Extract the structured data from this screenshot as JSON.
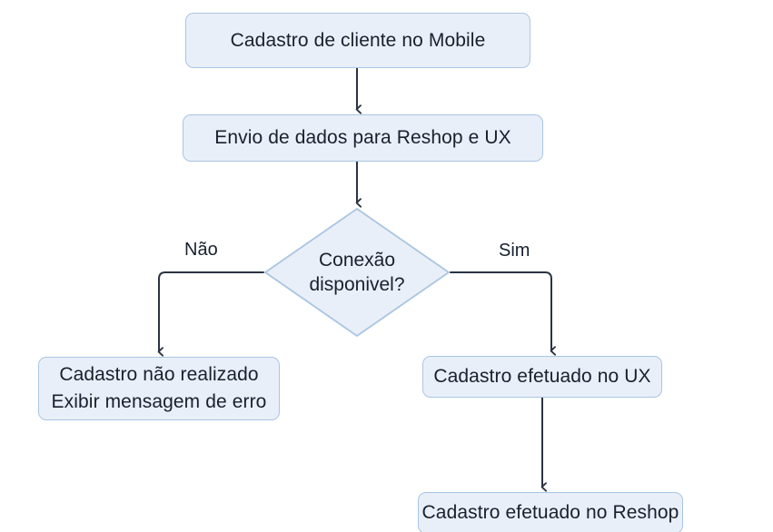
{
  "diagram": {
    "type": "flowchart",
    "title": "Cadastro de cliente no Mobile",
    "colors": {
      "node_fill": "#e9eff8",
      "node_border": "#a9c5e2",
      "connector": "#2a3442",
      "text": "#17212e",
      "background": "#ffffff"
    },
    "nodes": [
      {
        "id": "start",
        "shape": "rounded-rect",
        "label": "Cadastro de cliente no Mobile"
      },
      {
        "id": "send",
        "shape": "rounded-rect",
        "label": "Envio de dados para Reshop e UX"
      },
      {
        "id": "decision",
        "shape": "diamond",
        "label_line1": "Conexão",
        "label_line2": "disponivel?"
      },
      {
        "id": "fail",
        "shape": "rounded-rect",
        "label_line1": "Cadastro não realizado",
        "label_line2": "Exibir mensagem de erro"
      },
      {
        "id": "ux",
        "shape": "rounded-rect",
        "label": "Cadastro efetuado no UX"
      },
      {
        "id": "reshop",
        "shape": "rounded-rect",
        "label": "Cadastro efetuado no Reshop"
      }
    ],
    "edges": [
      {
        "from": "start",
        "to": "send",
        "label": ""
      },
      {
        "from": "send",
        "to": "decision",
        "label": ""
      },
      {
        "from": "decision",
        "to": "fail",
        "label": "Não"
      },
      {
        "from": "decision",
        "to": "ux",
        "label": "Sim"
      },
      {
        "from": "ux",
        "to": "reshop",
        "label": ""
      }
    ],
    "edge_labels": {
      "no": "Não",
      "yes": "Sim"
    }
  }
}
